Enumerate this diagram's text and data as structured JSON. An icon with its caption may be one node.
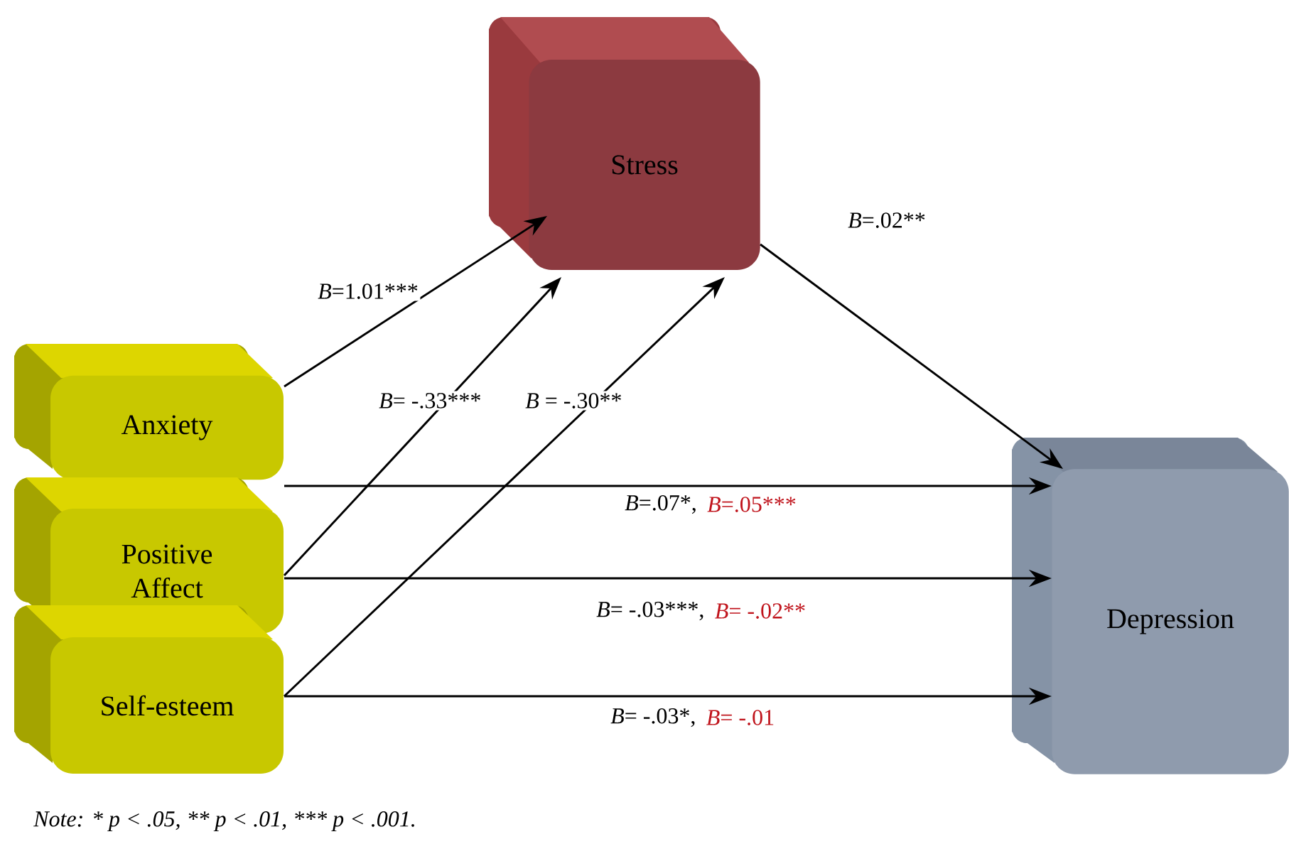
{
  "diagram": {
    "nodes": [
      {
        "text": [
          "Stress"
        ]
      },
      {
        "text": [
          "Anxiety"
        ]
      },
      {
        "text": [
          "Positive Affect"
        ]
      },
      {
        "text": [
          "Self-esteem"
        ]
      },
      {
        "text": [
          "Depression"
        ]
      }
    ],
    "edges": [
      {
        "from": 1,
        "to": 0,
        "arrow": "to",
        "label": "*B*=1.01***"
      },
      {
        "from": 2,
        "to": 0,
        "arrow": "to",
        "label": "*B*= -.33***"
      },
      {
        "from": 3,
        "to": 0,
        "arrow": "to",
        "label": "*B* = -.30**"
      },
      {
        "from": 0,
        "to": 4,
        "arrow": "to",
        "label": "*B*=.02**"
      },
      {
        "from": 1,
        "to": 4,
        "arrow": "to",
        "label": "*B*=.07*,"
      },
      {
        "from": 2,
        "to": 4,
        "arrow": "to",
        "label": "*B*= -.03***,"
      },
      {
        "from": 3,
        "to": 4,
        "arrow": "to",
        "label": "*B*= -.03*,"
      }
    ],
    "labels": [
      "*B*=.05***",
      "*B*= -.02**",
      "*B*= -.01",
      "Note: * p < .05, ** p < .01, *** p < .001."
    ]
  }
}
